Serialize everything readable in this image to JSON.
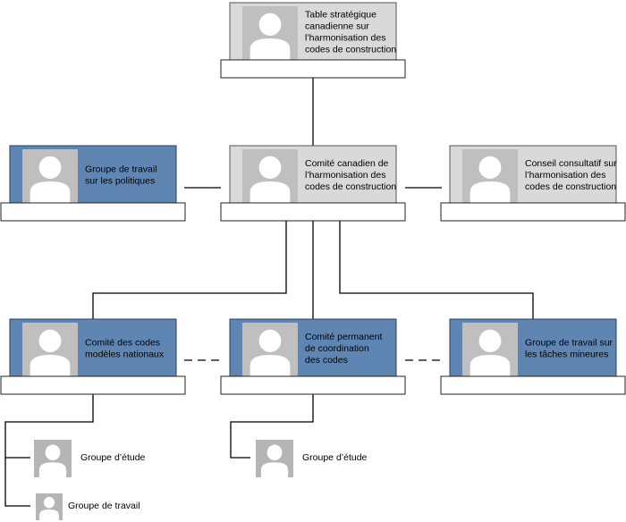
{
  "nodes": [
    {
      "id": "top",
      "style": "gray",
      "icon": "person-placeholder-icon",
      "lines": [
        "Table stratégique",
        "canadienne sur",
        "l’harmonisation des",
        "codes de construction"
      ]
    },
    {
      "id": "policy",
      "style": "blue",
      "icon": "person-placeholder-icon",
      "lines": [
        "Groupe de travail",
        "sur les politiques"
      ]
    },
    {
      "id": "ccchcc",
      "style": "gray",
      "icon": "person-placeholder-icon",
      "lines": [
        "Comité canadien de",
        "l’harmonisation des",
        "codes de construction"
      ]
    },
    {
      "id": "advisory",
      "style": "gray",
      "icon": "person-placeholder-icon",
      "lines": [
        "Conseil consultatif sur",
        "l’harmonisation des",
        "codes de construction"
      ]
    },
    {
      "id": "models",
      "style": "blue",
      "icon": "person-placeholder-icon",
      "lines": [
        "Comité des codes",
        "modèles nationaux"
      ]
    },
    {
      "id": "standing",
      "style": "blue",
      "icon": "person-placeholder-icon",
      "lines": [
        "Comité permanent",
        "de coordination",
        "des codes"
      ]
    },
    {
      "id": "minor",
      "style": "blue",
      "icon": "person-placeholder-icon",
      "lines": [
        "Groupe de travail sur",
        "les tâches mineures"
      ]
    }
  ],
  "sub_nodes": [
    {
      "id": "study1",
      "icon": "person-placeholder-icon",
      "label": "Groupe d’étude"
    },
    {
      "id": "work1",
      "icon": "person-placeholder-icon",
      "label": "Groupe de travail"
    },
    {
      "id": "study2",
      "icon": "person-placeholder-icon",
      "label": "Groupe d’étude"
    }
  ],
  "colors": {
    "blue_card": "#5f86b2",
    "gray_card": "#d9d9d9",
    "photo": "#bfbfbf"
  }
}
